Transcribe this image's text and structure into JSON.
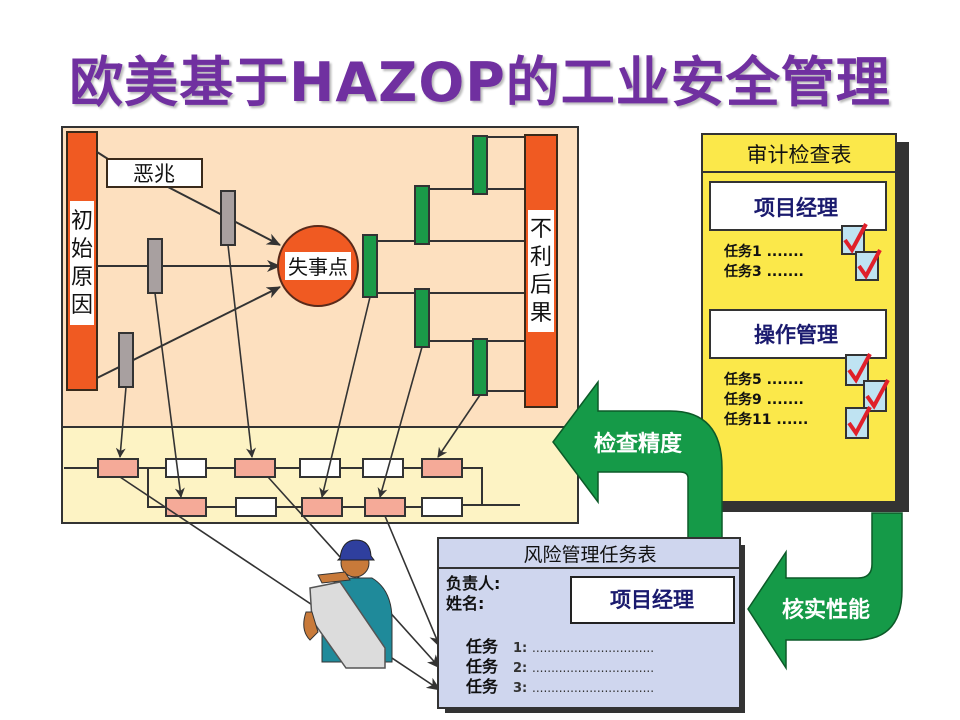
{
  "title": "欧美基于HAZOP的工业安全管理",
  "bowtie": {
    "initial_cause": [
      "初",
      "始",
      "原",
      "因"
    ],
    "precursor": "恶兆",
    "loss_point": "失事点",
    "consequence": [
      "不",
      "利",
      "后",
      "果"
    ]
  },
  "audit_checklist": {
    "title": "审计检查表",
    "section1": {
      "header": "项目经理",
      "tasks": [
        "任务1 .......",
        "任务3 ......."
      ]
    },
    "section2": {
      "header": "操作管理",
      "tasks": [
        "任务5 .......",
        "任务9 .......",
        "任务11 ......"
      ]
    }
  },
  "arrows": {
    "check_precision": "检查精度",
    "verify_performance": "核实性能"
  },
  "risk_task_table": {
    "title": "风险管理任务表",
    "owner_label": "负责人:",
    "name_label": "姓名:",
    "owner_value": "项目经理",
    "tasks": [
      {
        "label": "任务",
        "num": "1:",
        "dots": "................................"
      },
      {
        "label": "任务",
        "num": "2:",
        "dots": "................................"
      },
      {
        "label": "任务",
        "num": "3:",
        "dots": "................................"
      }
    ]
  },
  "colors": {
    "title": "#7030a0",
    "orange": "#f05a22",
    "green_bar": "#1a9a48",
    "gray_bar": "#a8a0a0",
    "panel_peach": "#fde0bf",
    "panel_cream": "#fdf3c4",
    "pink_box": "#f5aa98",
    "audit_yellow": "#fbe84a",
    "table_blue": "#cfd6ee",
    "arrow_green": "#159a48",
    "navy_text": "#1a1a6e"
  }
}
